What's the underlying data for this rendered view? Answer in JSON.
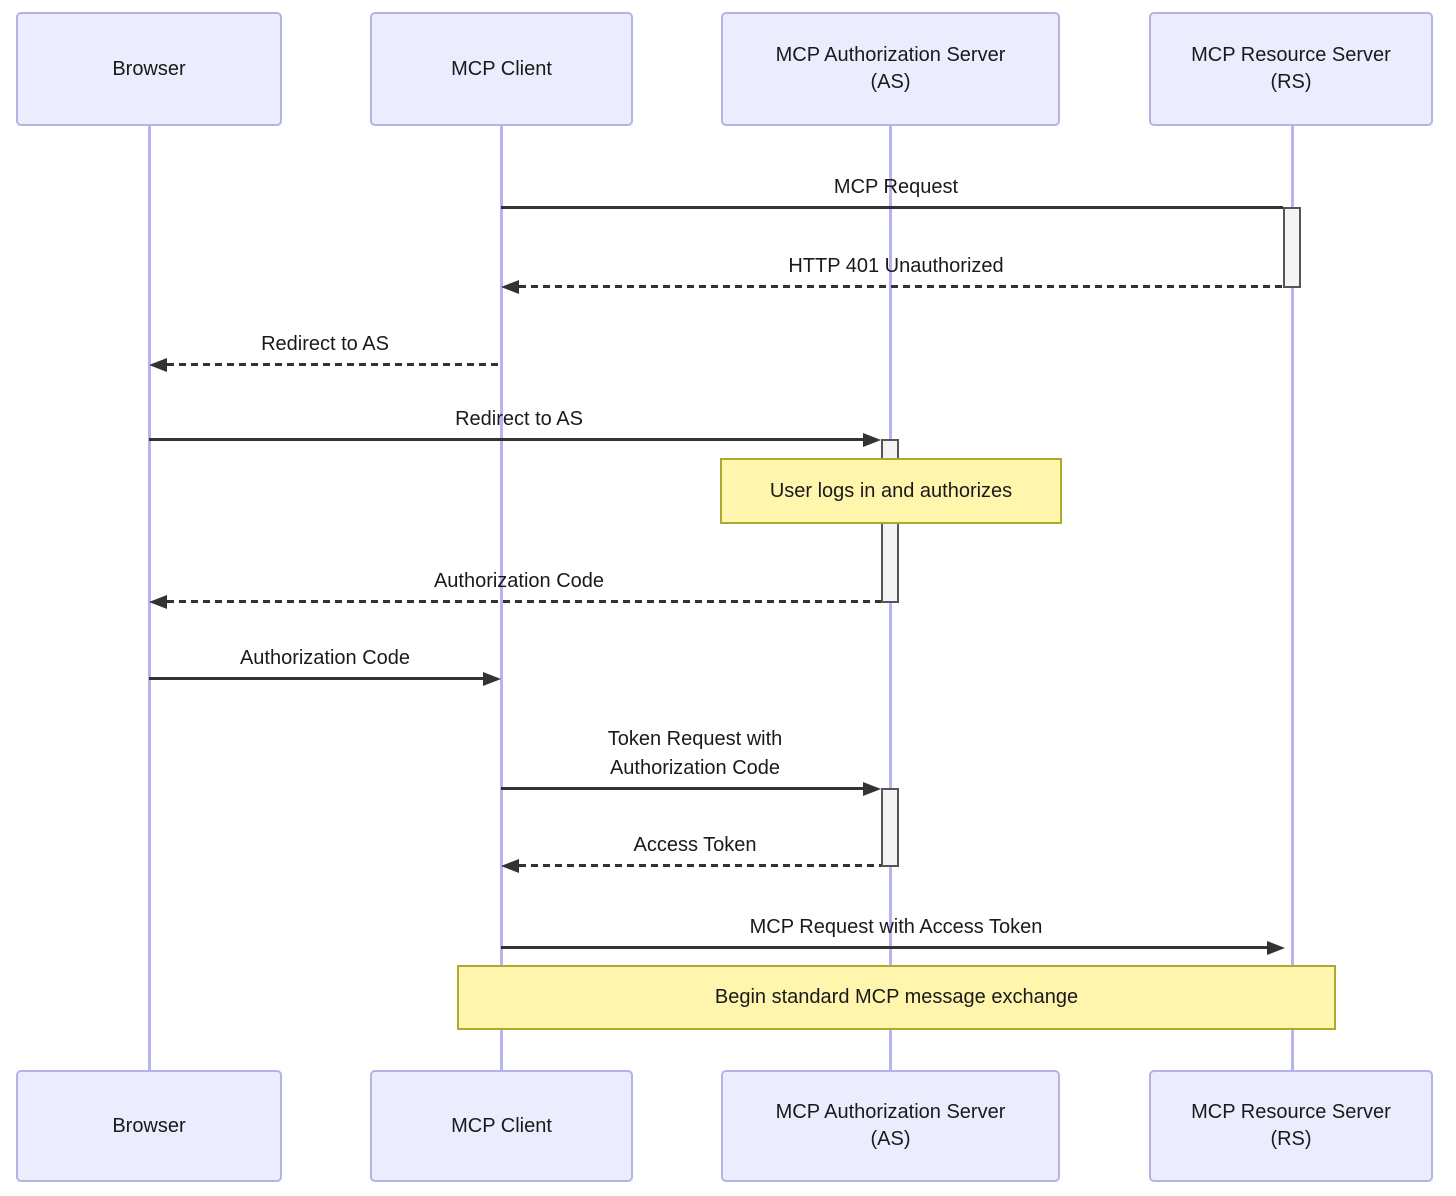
{
  "diagram_type": "sequence-diagram",
  "participants": [
    {
      "label": "Browser"
    },
    {
      "label": "MCP Client"
    },
    {
      "label": "MCP Authorization Server",
      "sublabel": "(AS)"
    },
    {
      "label": "MCP Resource Server",
      "sublabel": "(RS)"
    }
  ],
  "messages": [
    {
      "label": "MCP Request",
      "from": "MCP Client",
      "to": "MCP Resource Server (RS)",
      "line": "solid",
      "arrowhead": "none"
    },
    {
      "label": "HTTP 401 Unauthorized",
      "from": "MCP Resource Server (RS)",
      "to": "MCP Client",
      "line": "dashed",
      "arrowhead": "filled-left"
    },
    {
      "label": "Redirect to AS",
      "from": "MCP Client",
      "to": "Browser",
      "line": "dashed",
      "arrowhead": "filled-left"
    },
    {
      "label": "Redirect to AS",
      "from": "Browser",
      "to": "MCP Authorization Server (AS)",
      "line": "solid",
      "arrowhead": "filled-right"
    },
    {
      "label": "Authorization Code",
      "from": "MCP Authorization Server (AS)",
      "to": "Browser",
      "line": "dashed",
      "arrowhead": "filled-left"
    },
    {
      "label": "Authorization Code",
      "from": "Browser",
      "to": "MCP Client",
      "line": "solid",
      "arrowhead": "filled-right"
    },
    {
      "label": "Token Request with Authorization Code",
      "from": "MCP Client",
      "to": "MCP Authorization Server (AS)",
      "line": "solid",
      "arrowhead": "filled-right"
    },
    {
      "label": "Access Token",
      "from": "MCP Authorization Server (AS)",
      "to": "MCP Client",
      "line": "dashed",
      "arrowhead": "filled-left"
    },
    {
      "label": "MCP Request with Access Token",
      "from": "MCP Client",
      "to": "MCP Resource Server (RS)",
      "line": "solid",
      "arrowhead": "filled-right"
    }
  ],
  "notes": [
    {
      "label": "User logs in and authorizes",
      "position": "over MCP Authorization Server (AS)"
    },
    {
      "label": "Begin standard MCP message exchange",
      "position": "spans MCP Client to MCP Resource Server (RS)"
    }
  ],
  "activations": [
    {
      "on": "MCP Resource Server (RS)",
      "during": "MCP Request / HTTP 401 Unauthorized"
    },
    {
      "on": "MCP Authorization Server (AS)",
      "during": "Redirect to AS / Authorization Code"
    },
    {
      "on": "MCP Authorization Server (AS)",
      "during": "Token Request / Access Token"
    }
  ],
  "colors": {
    "background": "#FFFFFF",
    "participant_fill": "#ECECFF",
    "participant_border": "#B3B3E6",
    "lifeline": "#B5B5F2",
    "message_line": "#333333",
    "text": "#1A1A1A",
    "note_fill": "#FFF5AD",
    "note_border": "#AAAA33",
    "activation_fill": "#F4F4F4",
    "activation_border": "#555555"
  }
}
